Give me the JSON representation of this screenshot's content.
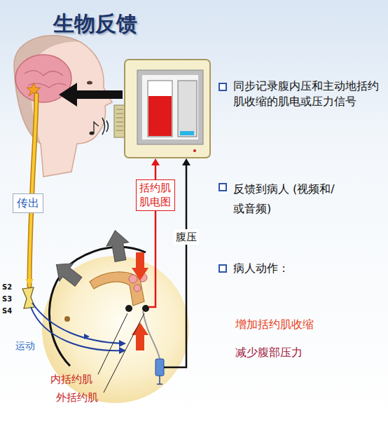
{
  "diagram": {
    "title": "生物反馈",
    "labels": [
      "同步记录腹内压和主动地括约肌收缩的肌电或压力信号",
      "反馈到病人 (视频和/或音频)",
      "病人动作：",
      "增加括约肌收缩",
      "减少腹部压力",
      "传出",
      "括约肌 肌电图",
      "腹压",
      "S2",
      "S3",
      "S4",
      "运动",
      "内括约肌",
      "外括约肌"
    ]
  }
}
